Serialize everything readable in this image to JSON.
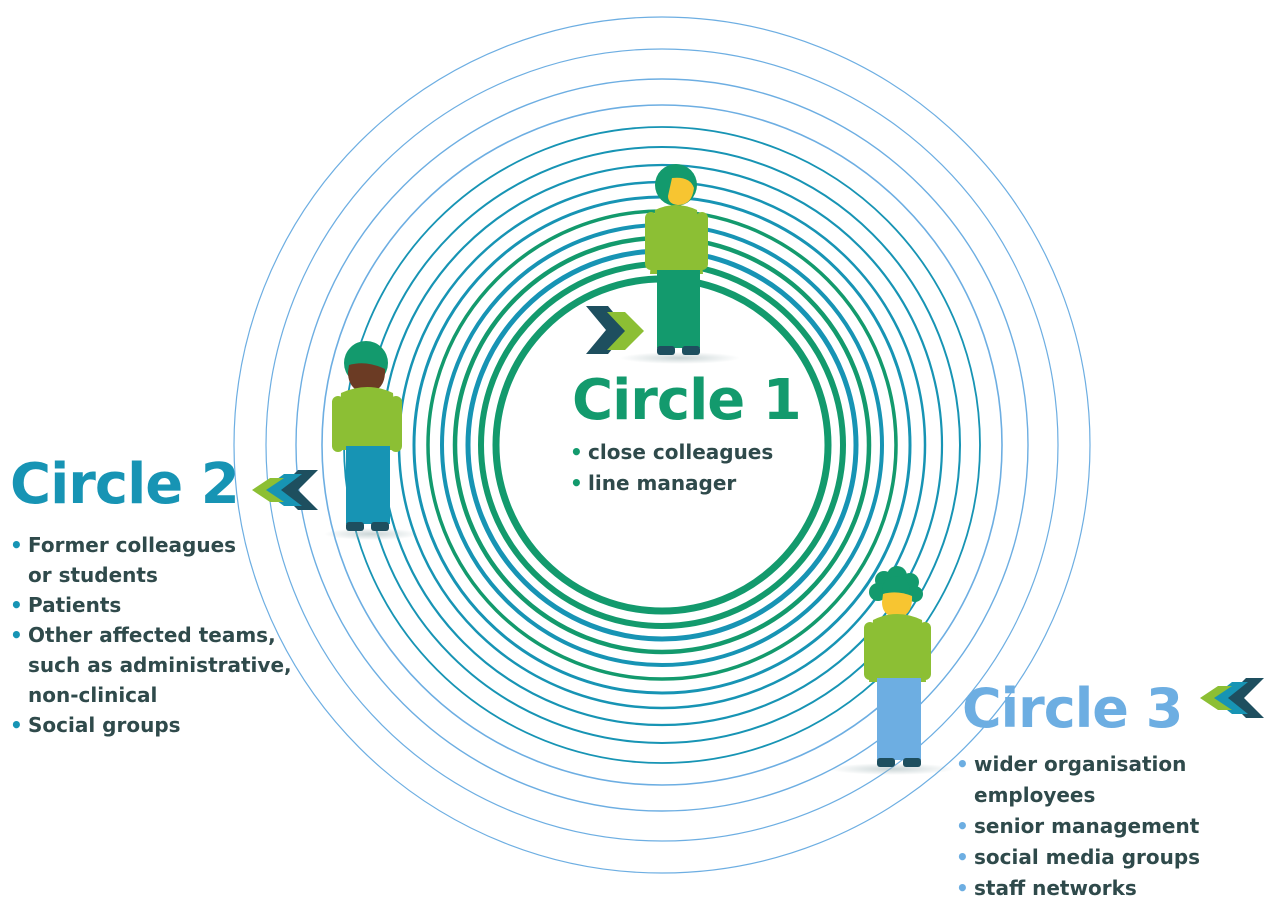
{
  "colors": {
    "circle1": "#139a6d",
    "circle2": "#1794b4",
    "circle3": "#6daee2",
    "text": "#2f4a4b",
    "shirt": "#8cbf34",
    "skin_light": "#f7c531",
    "skin_dark": "#6b3b24",
    "shoes": "#1e4f5f"
  },
  "circle1": {
    "title": "Circle 1",
    "items": [
      "close colleagues",
      "line manager"
    ],
    "icon": "chevron-right-icon"
  },
  "circle2": {
    "title": "Circle 2",
    "items": [
      "Former colleagues        ",
      "or students",
      "Patients",
      "Other affected teams,",
      "such as administrative,",
      "non-clinical",
      "Social groups"
    ],
    "icon": "chevron-left-icon"
  },
  "circle3": {
    "title": "Circle 3",
    "items": [
      "wider organisation",
      "employees",
      "senior management",
      "social media groups",
      "staff networks"
    ],
    "icon": "chevron-left-icon"
  }
}
